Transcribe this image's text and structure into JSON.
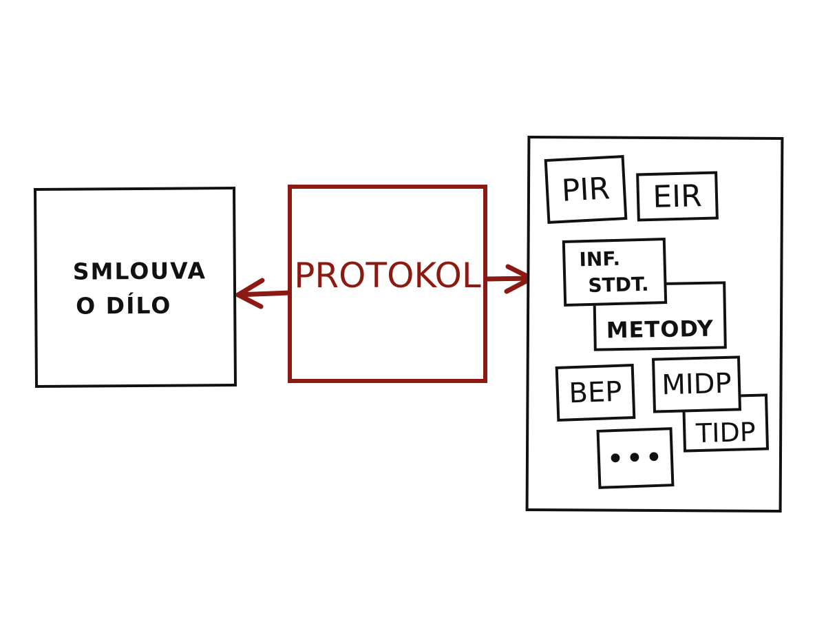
{
  "left_box": {
    "line1": "SMLOUVA",
    "line2": "O DÍLO"
  },
  "center_box": {
    "label": "PROTOKOL",
    "color": "#8b1a12"
  },
  "right_panel": {
    "items": {
      "pir": "PIR",
      "eir": "EIR",
      "inf_line1": "INF.",
      "inf_line2": "STDT.",
      "metody": "METODY",
      "bep": "BEP",
      "midp": "MIDP",
      "tidp": "TIDP",
      "more": "•••"
    }
  },
  "colors": {
    "ink": "#111111",
    "accent": "#8b1a12",
    "background": "#ffffff"
  }
}
